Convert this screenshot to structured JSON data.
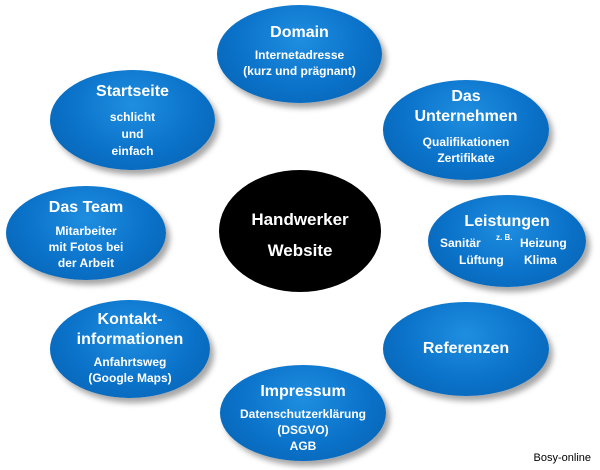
{
  "center": {
    "line1": "Handwerker",
    "line2": "Website"
  },
  "nodes": {
    "domain": {
      "title": "Domain",
      "lines": [
        "Internetadresse",
        "(kurz und prägnant)"
      ]
    },
    "startseite": {
      "title": "Startseite",
      "lines": [
        "schlicht",
        "und",
        "einfach"
      ]
    },
    "unternehmen": {
      "title1": "Das",
      "title2": "Unternehmen",
      "lines": [
        "Qualifikationen",
        "Zertifikate"
      ]
    },
    "team": {
      "title": "Das Team",
      "lines": [
        "Mitarbeiter",
        "mit Fotos bei",
        "der Arbeit"
      ]
    },
    "leistungen": {
      "title": "Leistungen",
      "sanitaer": "Sanitär",
      "zb": "z. B.",
      "heizung": "Heizung",
      "lueftung": "Lüftung",
      "klima": "Klima"
    },
    "kontakt": {
      "title1": "Kontakt-",
      "title2": "informationen",
      "lines": [
        "Anfahrtsweg",
        "(Google Maps)"
      ]
    },
    "referenzen": {
      "title": "Referenzen"
    },
    "impressum": {
      "title": "Impressum",
      "lines": [
        "Datenschutzerklärung",
        "(DSGVO)",
        "AGB"
      ]
    }
  },
  "credit": "Bosy-online",
  "colors": {
    "node": "#0a72c9",
    "center": "#000000",
    "text": "#ffffff"
  }
}
